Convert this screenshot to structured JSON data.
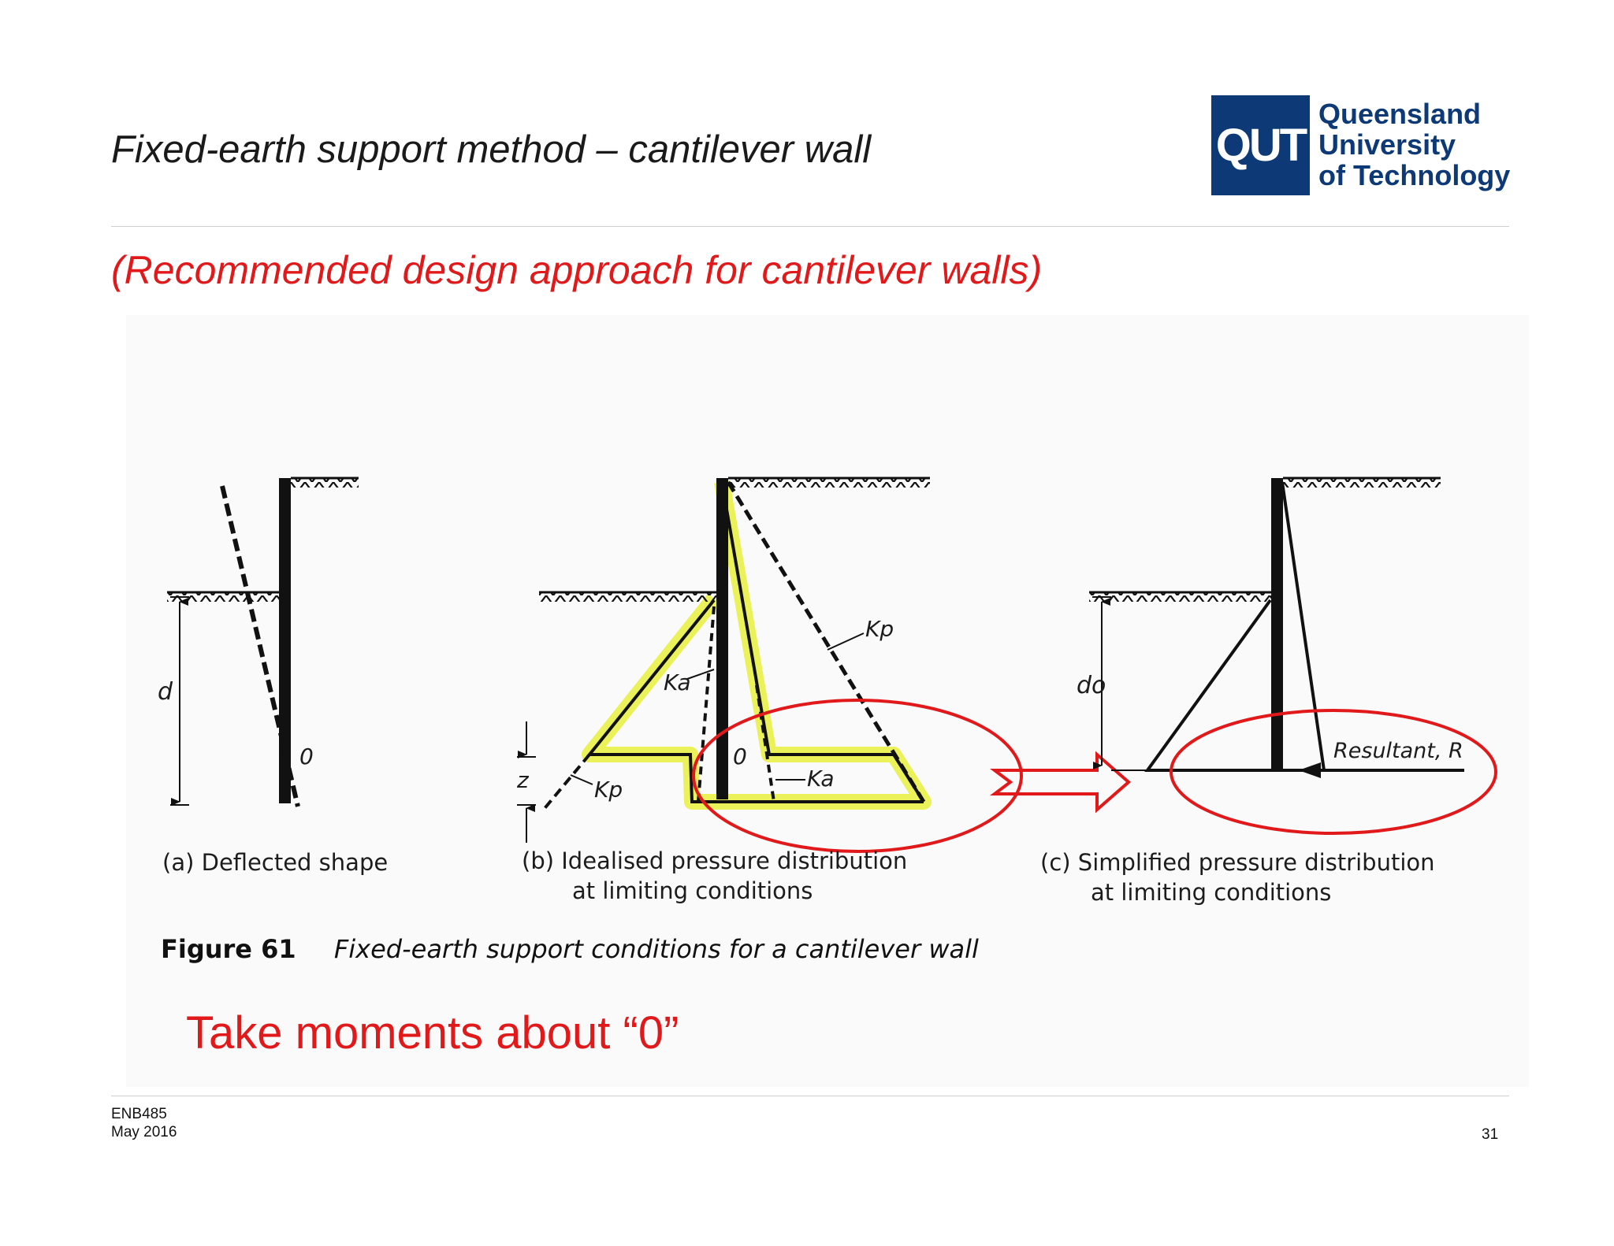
{
  "slide": {
    "title": "Fixed-earth support method – cantilever wall",
    "subtitle": "(Recommended design approach for cantilever walls)",
    "takeaway": "Take moments about “0”"
  },
  "logo": {
    "mark": "QUT",
    "lines": [
      "Queensland",
      "University",
      "of Technology"
    ],
    "color": "#0d3a77"
  },
  "figure": {
    "panels": {
      "a": {
        "caption_line1": "(a)  Deflected shape",
        "labels": {
          "d": "d",
          "o": "0"
        }
      },
      "b": {
        "caption_line1": "(b)  Idealised pressure distribution",
        "caption_line2": "at limiting conditions",
        "labels": {
          "ka_upper": "Ka",
          "ka_lower": "Ka",
          "kp_upper": "Kp",
          "kp_lower": "Kp",
          "o": "0",
          "z": "z"
        }
      },
      "c": {
        "caption_line1": "(c)  Simplified pressure distribution",
        "caption_line2": "at limiting conditions",
        "labels": {
          "d0": "do",
          "resultant": "Resultant, R"
        }
      }
    },
    "caption_number": "Figure 61",
    "caption_text": "Fixed-earth support conditions for a cantilever wall"
  },
  "annotations": {
    "highlight_color": "#e7ef3c",
    "circle_color": "#e1191b"
  },
  "footer": {
    "course": "ENB485",
    "date": "May 2016",
    "page": "31"
  }
}
